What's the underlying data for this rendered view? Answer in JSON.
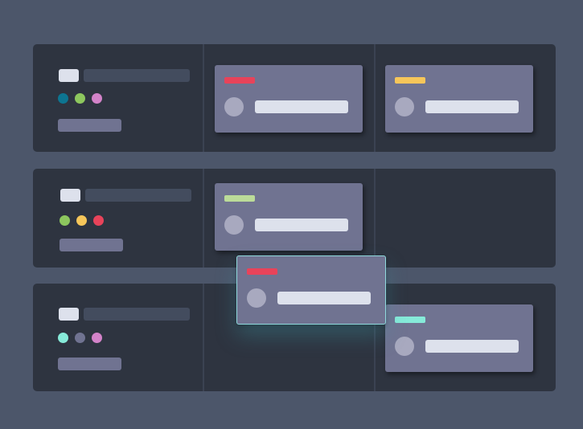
{
  "colors": {
    "background": "#4c566a",
    "lane": "#2e3440",
    "card": "#707391",
    "accent_red": "#e8435a",
    "accent_yellow": "#f6c65a",
    "accent_green": "#bbdb99",
    "accent_teal": "#86ead9",
    "drag_outline": "#8fd8dc"
  },
  "lanes": [
    {
      "dots": [
        "#0d7591",
        "#8dc75e",
        "#d383c9"
      ],
      "cards": [
        {
          "column": 1,
          "tag_color": "#e8435a"
        },
        {
          "column": 2,
          "tag_color": "#f6c65a"
        }
      ]
    },
    {
      "dots": [
        "#8dc75e",
        "#f6c65a",
        "#e8435a"
      ],
      "cards": [
        {
          "column": 1,
          "tag_color": "#bbdb99"
        }
      ]
    },
    {
      "dots": [
        "#86ead9",
        "#707391",
        "#d383c9"
      ],
      "cards": [
        {
          "column": 2,
          "tag_color": "#86ead9"
        }
      ]
    }
  ],
  "dragging_card": {
    "tag_color": "#e8435a",
    "state": "dragging"
  }
}
